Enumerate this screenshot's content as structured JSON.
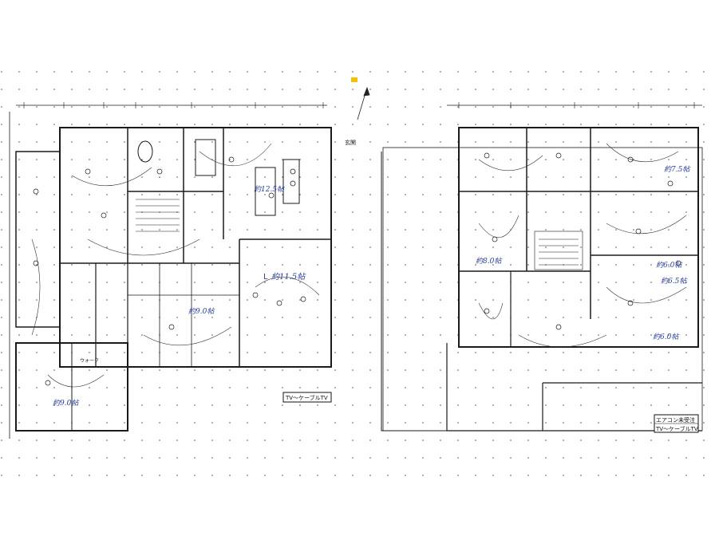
{
  "plans": {
    "left": {
      "labels": {
        "entrance": "玄関",
        "ldk": "L",
        "closet": "ウォーク",
        "title": "TV〜ケーブルTV"
      },
      "handwritten": {
        "ldk_area": "約11.5帖",
        "room1": "約12.5帖",
        "room2": "約9.0帖",
        "room3": "約9.0帖"
      }
    },
    "right": {
      "labels": {
        "title_line1": "エアコン未受注",
        "title_line2": "TV〜ケーブルTV"
      },
      "handwritten": {
        "room_a": "約7.5帖",
        "room_b": "約8.0帖",
        "room_c": "約6.0帖",
        "room_d": "約6.5帖",
        "room_e": "約6.0帖"
      }
    }
  },
  "colors": {
    "ink": "#1a1a1a",
    "pen": "#2a3f9a",
    "marker": "#f2c200"
  }
}
